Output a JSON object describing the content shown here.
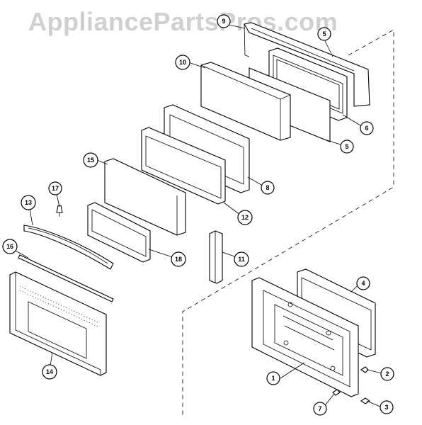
{
  "watermark": "AppliancePartsPros.com",
  "callouts": [
    {
      "id": "callout-1",
      "label": "1"
    },
    {
      "id": "callout-2",
      "label": "2"
    },
    {
      "id": "callout-3",
      "label": "3"
    },
    {
      "id": "callout-4",
      "label": "4"
    },
    {
      "id": "callout-5",
      "label": "5"
    },
    {
      "id": "callout-6",
      "label": "6"
    },
    {
      "id": "callout-7",
      "label": "7"
    },
    {
      "id": "callout-8",
      "label": "8"
    },
    {
      "id": "callout-9",
      "label": "9"
    },
    {
      "id": "callout-10",
      "label": "10"
    },
    {
      "id": "callout-11",
      "label": "11"
    },
    {
      "id": "callout-12",
      "label": "12"
    },
    {
      "id": "callout-13",
      "label": "13"
    },
    {
      "id": "callout-14",
      "label": "14"
    },
    {
      "id": "callout-15",
      "label": "15"
    },
    {
      "id": "callout-16",
      "label": "16"
    },
    {
      "id": "callout-17",
      "label": "17"
    },
    {
      "id": "callout-18",
      "label": "18"
    },
    {
      "id": "callout-5b",
      "label": "5"
    }
  ]
}
